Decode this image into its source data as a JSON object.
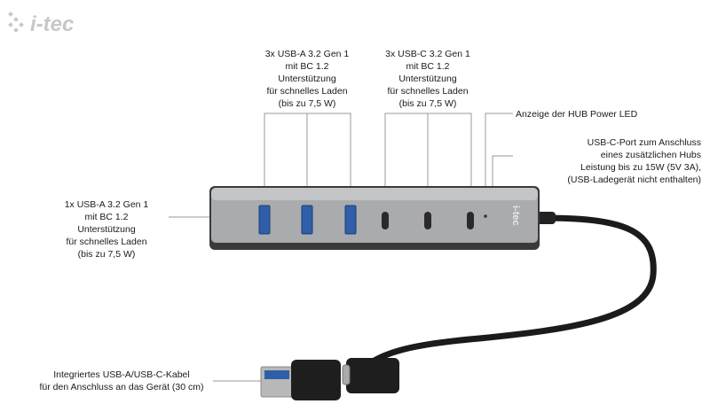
{
  "brand": {
    "logo_text": "i-tec"
  },
  "callouts": {
    "usba_top": "3x USB-A 3.2 Gen 1\nmit BC 1.2\nUnterstützung\nfür schnelles Laden\n(bis zu 7,5 W)",
    "usbc_top": "3x USB-C 3.2 Gen 1\nmit BC 1.2\nUnterstützung\nfür schnelles Laden\n(bis zu 7,5 W)",
    "power_led": "Anzeige der HUB Power LED",
    "usbc_power": "USB-C-Port zum Anschluss\neines zusätzlichen Hubs\nLeistung bis zu 15W (5V 3A),\n(USB-Ladegerät nicht enthalten)",
    "usba_side": "1x USB-A 3.2 Gen 1\nmit BC 1.2\nUnterstützung\nfür schnelles Laden\n(bis zu 7,5 W)",
    "cable": "Integriertes USB-A/USB-C-Kabel\nfür den Anschluss an das Gerät (30 cm)"
  },
  "device": {
    "body_logo_text": "i-tec"
  },
  "colors": {
    "hub_body": "#a9abad",
    "hub_edge": "#3a3a3c",
    "usb_a_port": "#2f5fa8",
    "cable": "#1b1b1b",
    "leader_line": "#9a9a9a"
  }
}
